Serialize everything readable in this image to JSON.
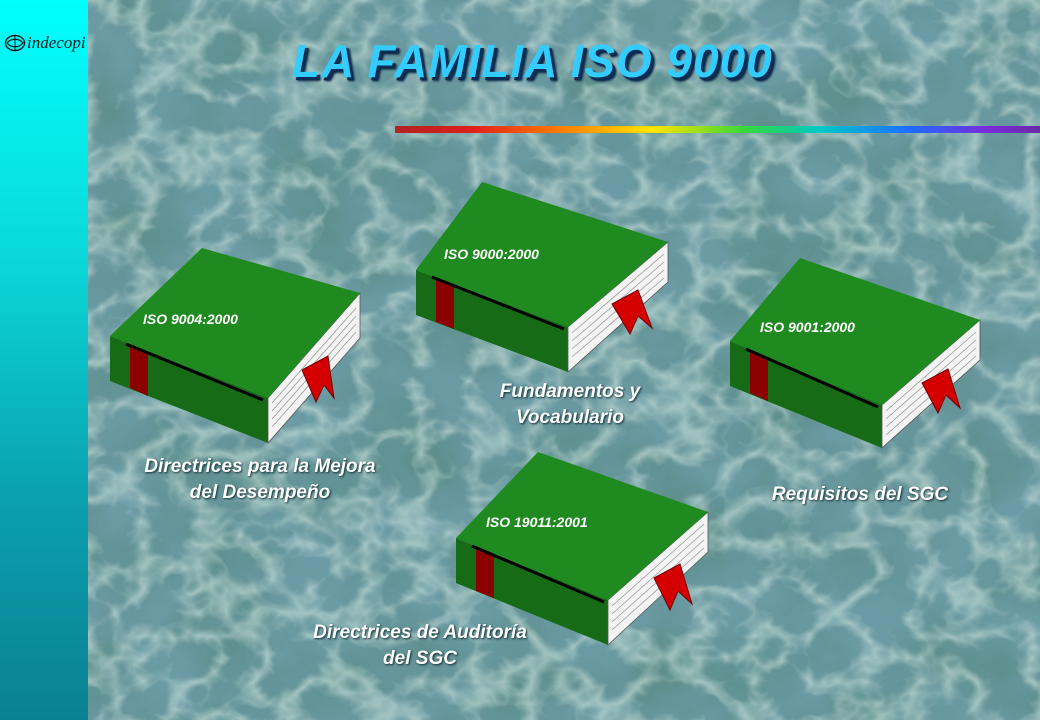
{
  "logo": {
    "text": "indecopi",
    "icon": "indecopi-emblem-icon"
  },
  "title": "LA FAMILIA ISO 9000",
  "books": [
    {
      "code": "ISO 9004:2000",
      "description": "Directrices para la Mejora del Desempeño",
      "icon": "book-icon"
    },
    {
      "code": "ISO 9000:2000",
      "description": "Fundamentos y Vocabulario",
      "icon": "book-icon"
    },
    {
      "code": "ISO 9001:2000",
      "description": "Requisitos del SGC",
      "icon": "book-icon"
    },
    {
      "code": "ISO 19011:2001",
      "description": "Directrices de Auditoría del SGC",
      "icon": "book-icon"
    }
  ],
  "colors": {
    "side_bar": "#00ffff",
    "title": "#33ccff",
    "book_cover": "#1f8a1f",
    "ribbon": "#c00000",
    "text": "#ffffff"
  }
}
